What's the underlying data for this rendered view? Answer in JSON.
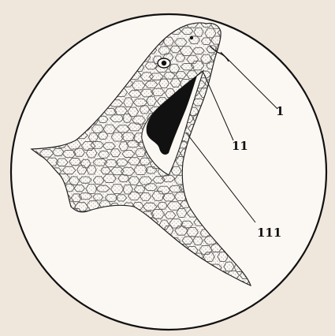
{
  "labels": {
    "one": "1",
    "two": "11",
    "three": "111"
  },
  "colors": {
    "background": "#efe6dc",
    "circle_fill": "#fbf8f4",
    "ink": "#111111",
    "stipple": "#555555"
  }
}
